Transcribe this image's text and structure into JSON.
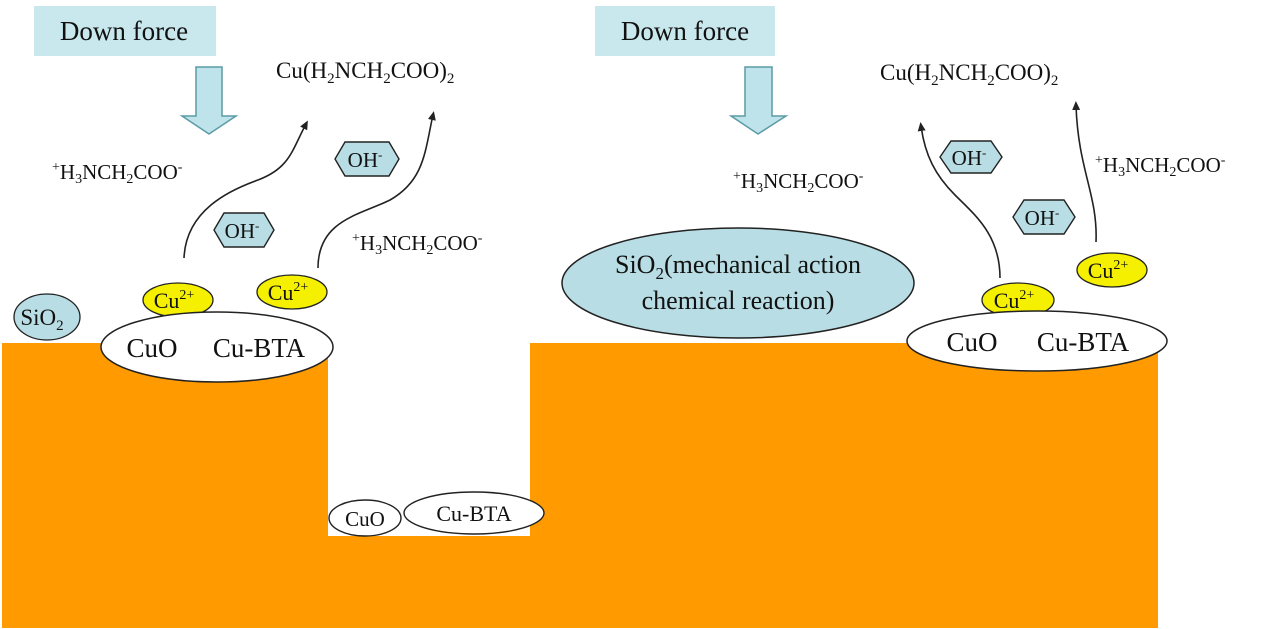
{
  "colors": {
    "copper": "#FF9B00",
    "arrow_fill": "#BFE3EA",
    "label_box": "#C9E8EE",
    "silica": "#B8DDE4",
    "ion_yellow": "#F5F000",
    "outline": "#222222"
  },
  "left": {
    "down_force": "Down force",
    "complex": {
      "base": "Cu(H",
      "s1": "2",
      "m1": "NCH",
      "s2": "2",
      "m2": "COO)",
      "s3": "2"
    },
    "glycine_1": {
      "pre": "+",
      "a": "H",
      "s1": "3",
      "b": "NCH",
      "s2": "2",
      "c": "COO",
      "post": "-"
    },
    "glycine_2": {
      "pre": "+",
      "a": "H",
      "s1": "3",
      "b": "NCH",
      "s2": "2",
      "c": "COO",
      "post": "-"
    },
    "oh_1": {
      "base": "OH",
      "sup": "-"
    },
    "oh_2": {
      "base": "OH",
      "sup": "-"
    },
    "cu_1": {
      "base": "Cu",
      "sup": "2+"
    },
    "cu_2": {
      "base": "Cu",
      "sup": "2+"
    },
    "sio2": {
      "base": "SiO",
      "sub": "2"
    },
    "film": {
      "cuo": "CuO",
      "cubta": "Cu-BTA"
    }
  },
  "trench": {
    "cuo": "CuO",
    "cubta": "Cu-BTA"
  },
  "right": {
    "down_force": "Down force",
    "complex": {
      "base": "Cu(H",
      "s1": "2",
      "m1": "NCH",
      "s2": "2",
      "m2": "COO)",
      "s3": "2"
    },
    "glycine_1": {
      "pre": "+",
      "a": "H",
      "s1": "3",
      "b": "NCH",
      "s2": "2",
      "c": "COO",
      "post": "-"
    },
    "glycine_2": {
      "pre": "+",
      "a": "H",
      "s1": "3",
      "b": "NCH",
      "s2": "2",
      "c": "COO",
      "post": "-"
    },
    "oh_1": {
      "base": "OH",
      "sup": "-"
    },
    "oh_2": {
      "base": "OH",
      "sup": "-"
    },
    "cu_1": {
      "base": "Cu",
      "sup": "2+"
    },
    "cu_2": {
      "base": "Cu",
      "sup": "2+"
    },
    "sio2": {
      "base": "SiO",
      "sub": "2",
      "line1_rest": "(mechanical action",
      "line2": "chemical reaction)"
    },
    "film": {
      "cuo": "CuO",
      "cubta": "Cu-BTA"
    }
  }
}
